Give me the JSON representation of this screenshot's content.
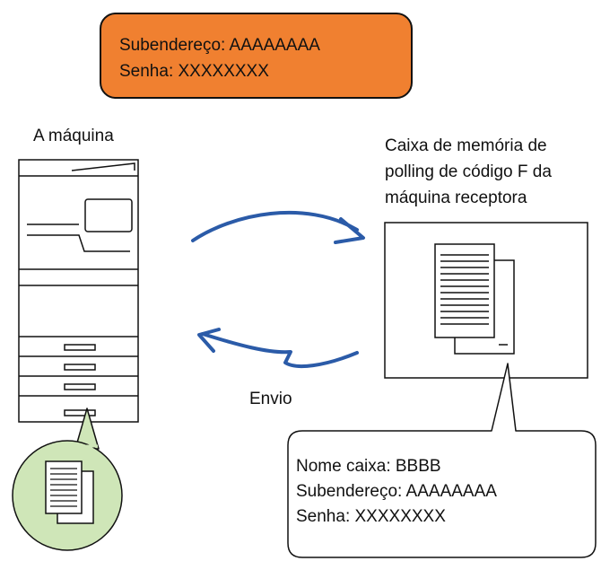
{
  "info_box": {
    "line1": "Subendereço: AAAAAAAA",
    "line2": "Senha: XXXXXXXX"
  },
  "machine": {
    "label": "A máquina"
  },
  "receiver": {
    "label_line1": "Caixa de memória de",
    "label_line2": "polling de código F da",
    "label_line3": "máquina receptora"
  },
  "arrow": {
    "label": "Envio"
  },
  "callout": {
    "line1": "Nome caixa: BBBB",
    "line2": "Subendereço: AAAAAAAA",
    "line3": "Senha: XXXXXXXX"
  },
  "colors": {
    "info_box_fill": "#F08030",
    "arrow": "#2B5BA8",
    "document_circle": "#CFE6B8"
  }
}
